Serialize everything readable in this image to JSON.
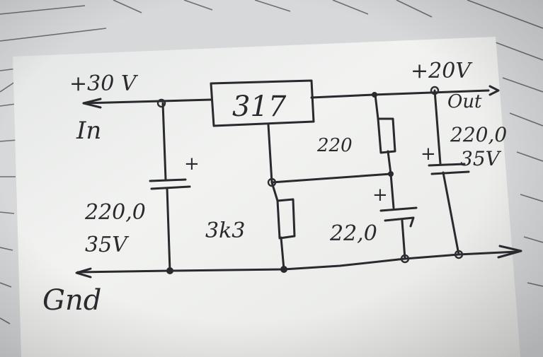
{
  "labels": {
    "input_voltage": "+30 V",
    "input": "In",
    "output_voltage": "+20V",
    "output": "Out",
    "ground": "Gnd",
    "regulator": "317",
    "r1": "220",
    "r2": "3k3",
    "c_in_value": "220,0",
    "c_in_voltage": "35V",
    "c_adj": "22,0",
    "c_out_value": "220,0",
    "c_out_voltage": "35V",
    "plus": "+"
  },
  "colors": {
    "ink": "#2a2a2e",
    "paper": "#f3f4f1",
    "background_sheet": "#d8dadc"
  }
}
